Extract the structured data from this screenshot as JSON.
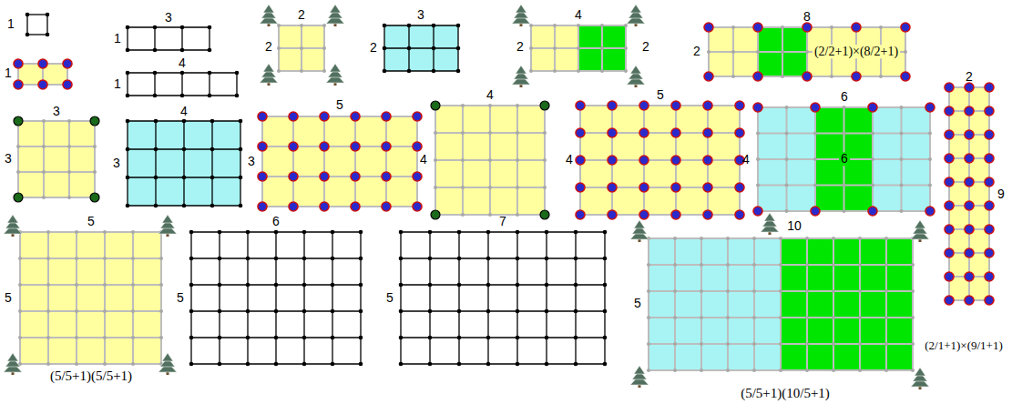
{
  "diagram": {
    "labels": [
      "1",
      "1",
      "3",
      "1",
      "4",
      "1",
      "2",
      "2",
      "3",
      "2",
      "4",
      "2",
      "2",
      "8",
      "2",
      "(2/2+1)×(8/2+1)",
      "3",
      "3",
      "4",
      "3",
      "5",
      "3",
      "4",
      "4",
      "5",
      "4",
      "6",
      "6",
      "4",
      "2",
      "9",
      "(2/1+1)×(9/1+1)",
      "5",
      "5",
      "(5/5+1)(5/5+1)",
      "6",
      "5",
      "7",
      "5",
      "10",
      "5",
      "(5/5+1)(10/5+1)"
    ]
  }
}
